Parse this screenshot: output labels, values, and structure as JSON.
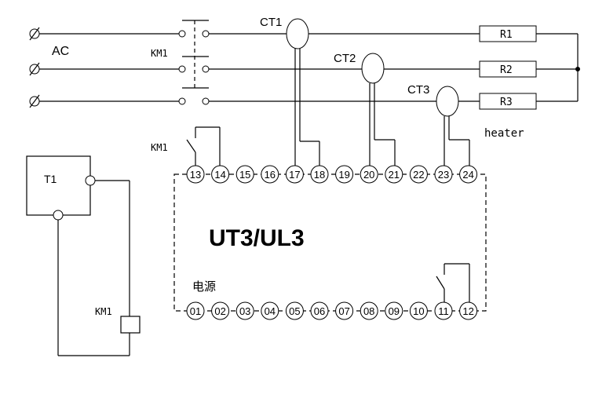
{
  "labels": {
    "ac": "AC",
    "km1_contactor": "KM1",
    "km1_aux": "KM1",
    "km1_coil": "KM1",
    "ct1": "CT1",
    "ct2": "CT2",
    "ct3": "CT3",
    "r1": "R1",
    "r2": "R2",
    "r3": "R3",
    "heater": "heater",
    "t1": "T1",
    "device": "UT3/UL3",
    "power": "电源"
  },
  "top_terminals": [
    "13",
    "14",
    "15",
    "16",
    "17",
    "18",
    "19",
    "20",
    "21",
    "22",
    "23",
    "24"
  ],
  "bottom_terminals": [
    "01",
    "02",
    "03",
    "04",
    "05",
    "06",
    "07",
    "08",
    "09",
    "10",
    "11",
    "12"
  ]
}
